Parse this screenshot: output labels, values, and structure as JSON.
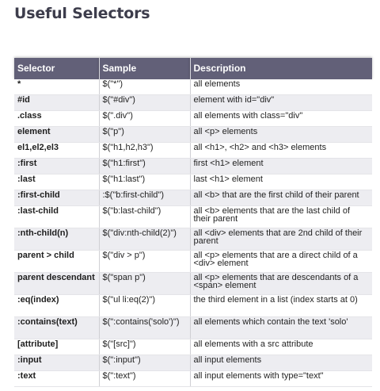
{
  "title": "Useful Selectors",
  "table": {
    "headers": [
      "Selector",
      "Sample",
      "Description"
    ],
    "rows": [
      {
        "selector": "*",
        "sample": "$(\"*\")",
        "description": "all elements"
      },
      {
        "selector": "#id",
        "sample": "$(\"#div\")",
        "description": "element with id=\"div\""
      },
      {
        "selector": ".class",
        "sample": "$(\".div\")",
        "description": "all elements with class=\"div\""
      },
      {
        "selector": "element",
        "sample": "$(\"p\")",
        "description": "all <p> elements"
      },
      {
        "selector": "el1,el2,el3",
        "sample": "$(\"h1,h2,h3\")",
        "description": "all <h1>, <h2> and <h3> elements"
      },
      {
        "selector": ":first",
        "sample": "$(\"h1:first\")",
        "description": "first <h1> element"
      },
      {
        "selector": ":last",
        "sample": "$(\"h1:last\")",
        "description": "last <h1> element"
      },
      {
        "selector": ":first-child",
        "sample": ":$(\"b:first-child\")",
        "description": "all <b> that are the first child of their parent"
      },
      {
        "selector": ":last-child",
        "sample": "$(\"b:last-child\")",
        "description": "all <b> elements that are the last child of their parent"
      },
      {
        "selector": ":nth-child(n)",
        "sample": "$(\"div:nth-child(2)\")",
        "description": "all <div> elements that are 2nd child of their parent"
      },
      {
        "selector": "parent > child",
        "sample": "$(\"div > p\")",
        "description": "all <p> elements that are a direct child of a <div> element"
      },
      {
        "selector": "parent descendant",
        "sample": "$(\"span p\")",
        "description": "all <p> elements that are descendants of a <span> element"
      },
      {
        "selector": ":eq(index)",
        "sample": "$(\"ul li:eq(2)\")",
        "description": "the third element in a list (index starts at 0)"
      },
      {
        "selector": ":contains(text)",
        "sample": "$(\":contains('solo')\")",
        "description": "all elements which contain the text 'solo'"
      },
      {
        "selector": "[attribute]",
        "sample": "$(\"[src]\")",
        "description": "all elements with a src attribute"
      },
      {
        "selector": ":input",
        "sample": "$(\":input\")",
        "description": "all input elements"
      },
      {
        "selector": ":text",
        "sample": "$(\":text\")",
        "description": "all input elements with type=\"text\""
      }
    ]
  },
  "colors": {
    "header_bg": "#626078",
    "header_text": "#ffffff",
    "alt_row_bg": "#ededf1",
    "title_text": "#3d3d4c"
  }
}
